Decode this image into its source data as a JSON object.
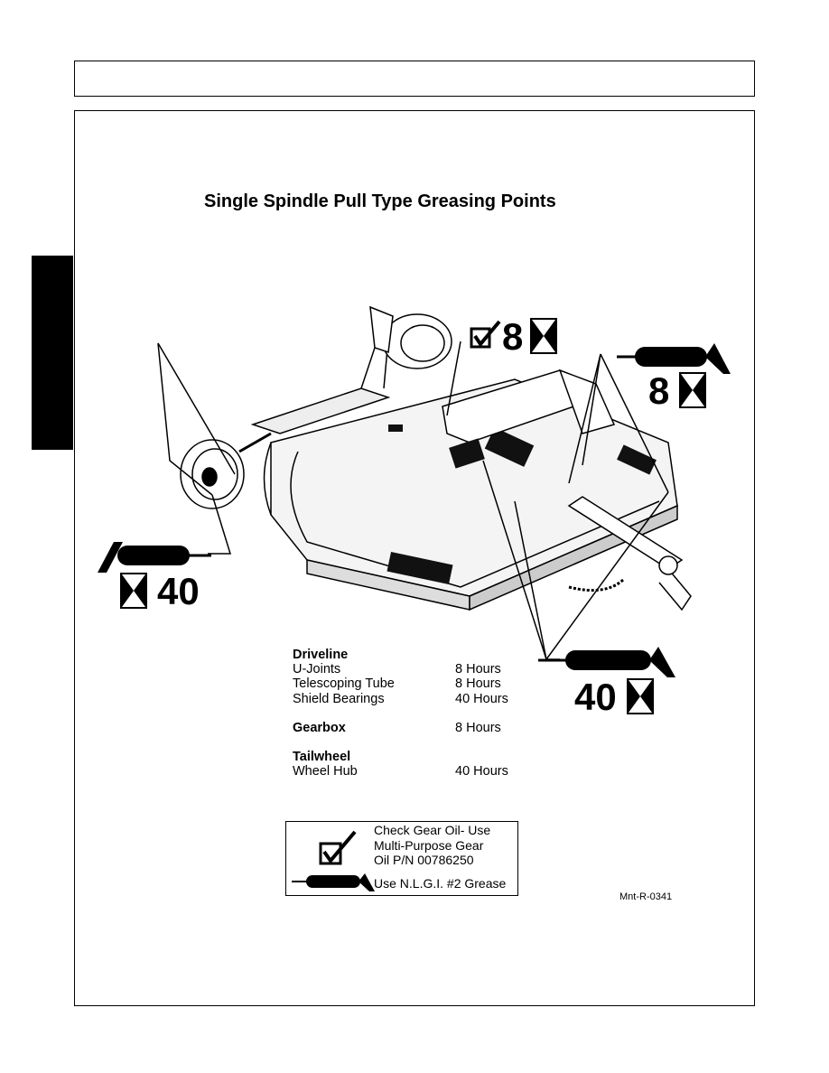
{
  "page": {
    "title": "Single Spindle Pull Type Greasing Points",
    "figure_id": "Mnt-R-0341"
  },
  "callouts": {
    "gearbox_hours": "8",
    "ujoint_hours": "8",
    "shield_bearing_hours": "40",
    "wheel_hub_hours": "40"
  },
  "schedule": {
    "driveline": {
      "heading": "Driveline",
      "items": [
        {
          "name": "U-Joints",
          "interval": "8 Hours"
        },
        {
          "name": "Telescoping Tube",
          "interval": "8 Hours"
        },
        {
          "name": "Shield Bearings",
          "interval": "40 Hours"
        }
      ]
    },
    "gearbox": {
      "heading": "Gearbox",
      "interval": "8 Hours"
    },
    "tailwheel": {
      "heading": "Tailwheel",
      "items": [
        {
          "name": "Wheel Hub",
          "interval": "40 Hours"
        }
      ]
    }
  },
  "legend": {
    "check_line1": "Check Gear Oil- Use",
    "check_line2": "Multi-Purpose Gear",
    "check_line3": "Oil P/N 00786250",
    "grease": "Use N.L.G.I. #2 Grease"
  },
  "icons": [
    "checkmark-box-icon",
    "hourglass-icon",
    "grease-gun-icon"
  ]
}
